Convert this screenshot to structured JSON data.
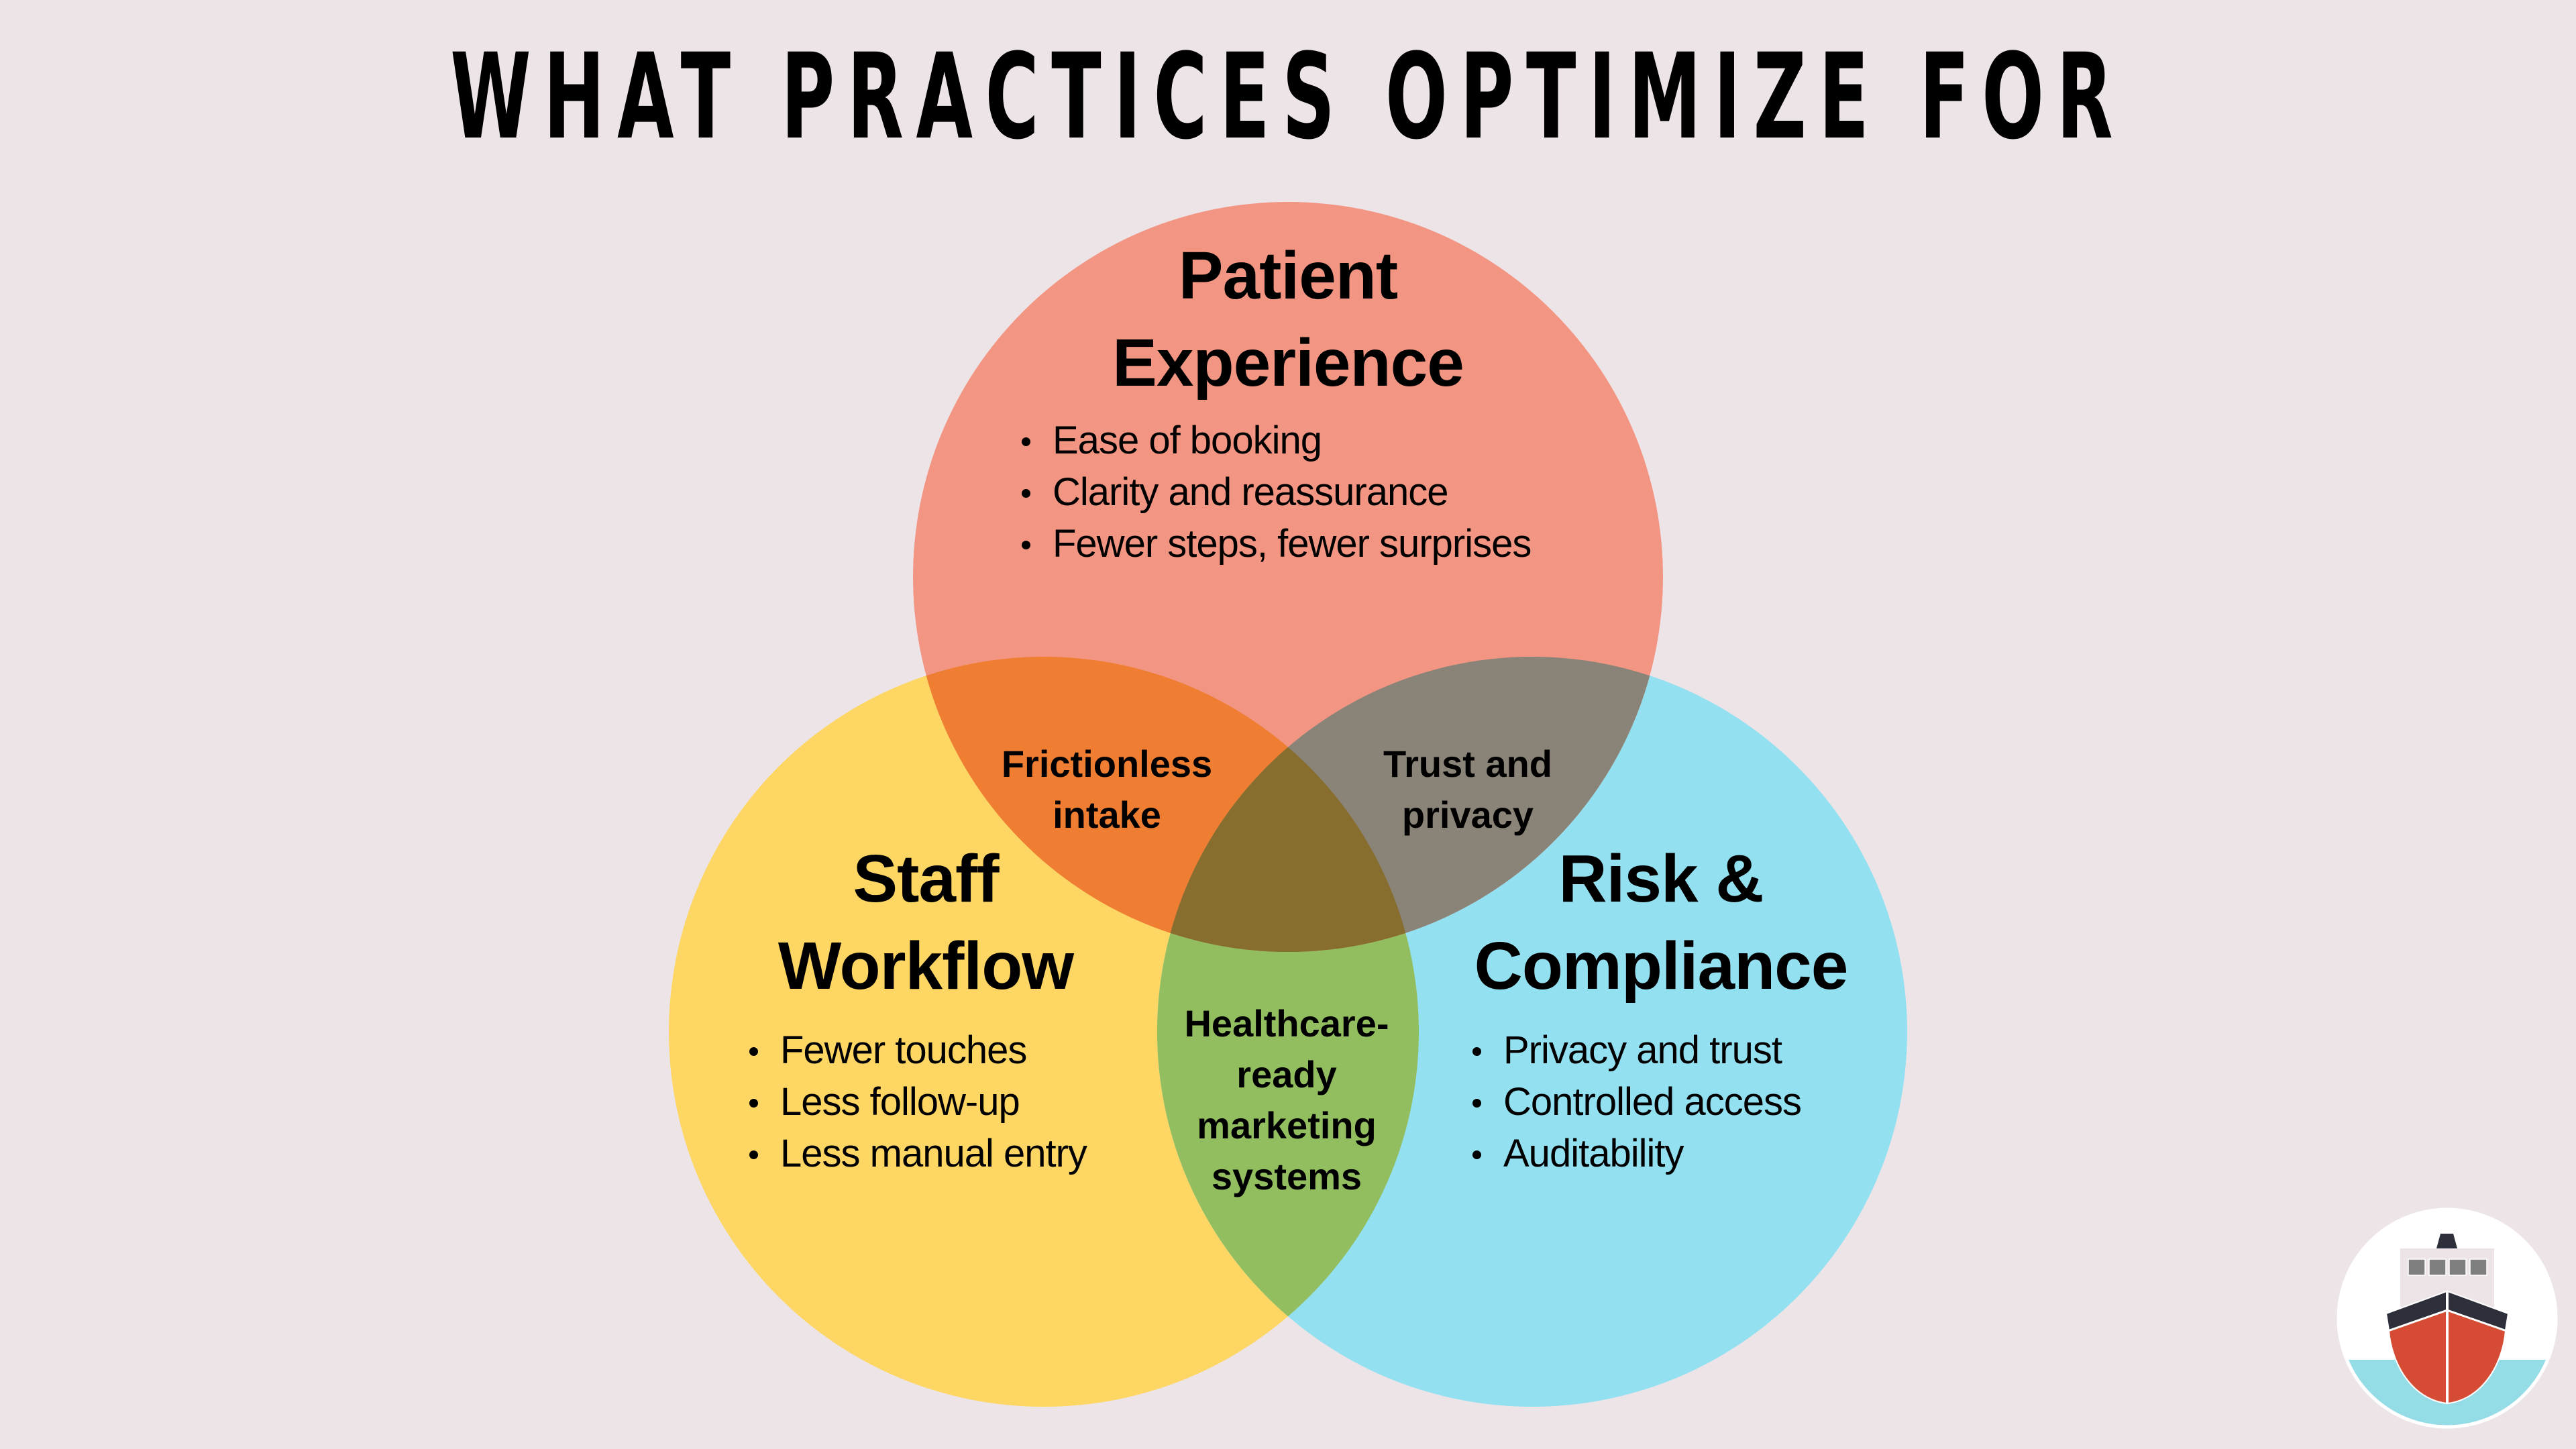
{
  "title": "WHAT PRACTICES OPTIMIZE FOR",
  "colors": {
    "background": "#EDE4E8",
    "patient_experience": "#F29683",
    "staff_workflow": "#FDD663",
    "risk_compliance": "#93E0F1",
    "frictionless_overlap": "#EF7E32",
    "trust_overlap": "#8A8378",
    "healthcare_overlap": "#93BE5F",
    "center_overlap": "#876E2F"
  },
  "circles": {
    "patient_experience": {
      "heading_line1": "Patient",
      "heading_line2": "Experience",
      "bullets": [
        "Ease of booking",
        "Clarity and reassurance",
        "Fewer steps, fewer surprises"
      ]
    },
    "staff_workflow": {
      "heading_line1": "Staff",
      "heading_line2": "Workflow",
      "bullets": [
        "Fewer touches",
        "Less follow-up",
        "Less manual entry"
      ]
    },
    "risk_compliance": {
      "heading_line1": "Risk &",
      "heading_line2": "Compliance",
      "bullets": [
        "Privacy and trust",
        "Controlled access",
        "Auditability"
      ]
    }
  },
  "overlaps": {
    "patient_staff": {
      "line1": "Frictionless",
      "line2": "intake"
    },
    "patient_risk": {
      "line1": "Trust and",
      "line2": "privacy"
    },
    "staff_risk": {
      "line1": "Healthcare-",
      "line2": "ready",
      "line3": "marketing",
      "line4": "systems"
    }
  },
  "logo": {
    "icon": "ship-icon"
  }
}
